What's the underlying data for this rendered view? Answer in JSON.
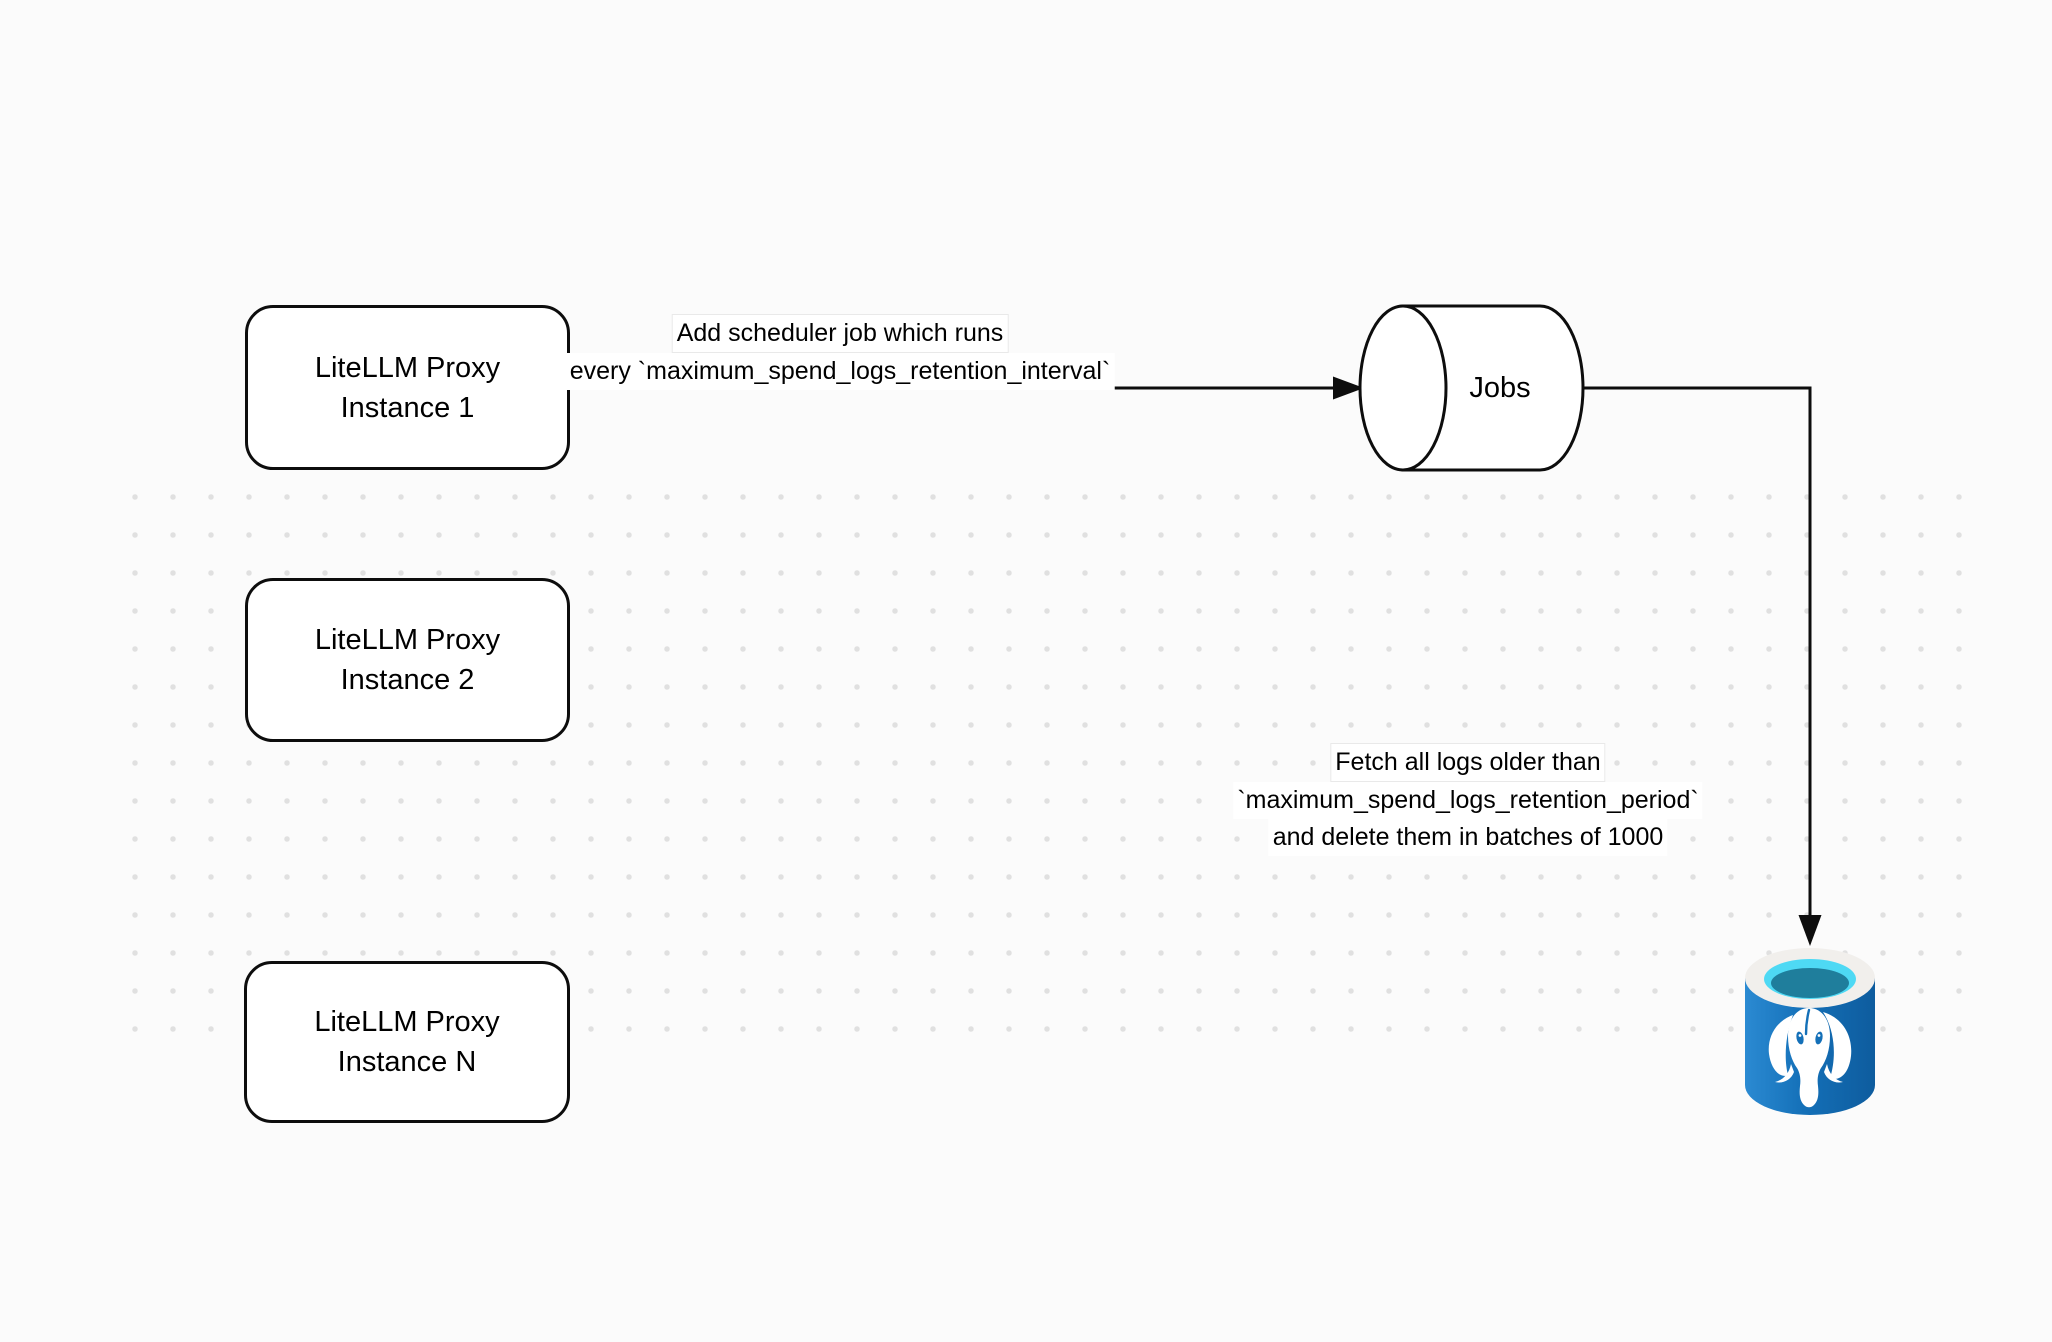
{
  "canvas": {
    "background_color": "#fbfbfb",
    "dot_color": "#e0e0e0",
    "stroke_color": "#0d0d0d"
  },
  "nodes": {
    "proxy1": {
      "title": "LiteLLM Proxy",
      "subtitle": "Instance 1"
    },
    "proxy2": {
      "title": "LiteLLM Proxy",
      "subtitle": "Instance 2"
    },
    "proxyN": {
      "title": "LiteLLM Proxy",
      "subtitle": "Instance N"
    },
    "jobs_queue": {
      "label": "Jobs",
      "shape": "horizontal-cylinder"
    },
    "postgres_db": {
      "icon": "postgresql-database-icon",
      "colors": {
        "body_light": "#2b8ad2",
        "body_dark": "#0e5c9e",
        "rim": "#f1efec",
        "inner_top": "#4ed9f4",
        "inner_bottom": "#1f7e9c",
        "elephant": "#ffffff"
      }
    }
  },
  "edges": {
    "add_scheduler_job": {
      "label_line1": "Add scheduler job which runs",
      "label_line2": "every `maximum_spend_logs_retention_interval`"
    },
    "fetch_and_delete": {
      "label_line1": "Fetch all logs older than",
      "label_line2": "`maximum_spend_logs_retention_period`",
      "label_line3": "and delete them in batches of 1000"
    }
  }
}
